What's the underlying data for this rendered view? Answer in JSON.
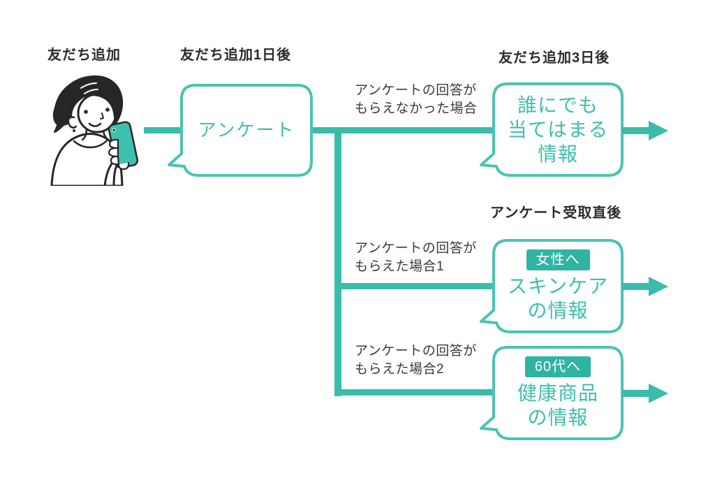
{
  "diagram": {
    "start_label": "友だち追加",
    "survey_timing_label": "友だち追加1日後",
    "survey_bubble_text": "アンケート",
    "branches": [
      {
        "condition_line1": "アンケートの回答が",
        "condition_line2": "もらえなかった場合",
        "timing_label": "友だち追加3日後",
        "bubble_lines": [
          "誰にでも",
          "当てはまる",
          "情報"
        ]
      },
      {
        "condition_line1": "アンケートの回答が",
        "condition_line2": "もらえた場合1",
        "timing_label": "アンケート受取直後",
        "badge": "女性へ",
        "bubble_lines": [
          "スキンケア",
          "の情報"
        ]
      },
      {
        "condition_line1": "アンケートの回答が",
        "condition_line2": "もらえた場合2",
        "badge": "60代へ",
        "bubble_lines": [
          "健康商品",
          "の情報"
        ]
      }
    ]
  },
  "illustration": {
    "name": "woman-using-smartphone"
  },
  "colors": {
    "accent_line": "#3ABCAA",
    "bubble_border": "#4CC3B2",
    "bubble_text": "#3FBFAE",
    "badge_background": "#2FB3A2",
    "badge_text": "#FFFFFF",
    "label_text": "#2B2B2B",
    "condition_text": "#3A3A3A",
    "background": "#FFFFFF",
    "phone": "#3EC0AE",
    "illustration_ink": "#262626"
  }
}
